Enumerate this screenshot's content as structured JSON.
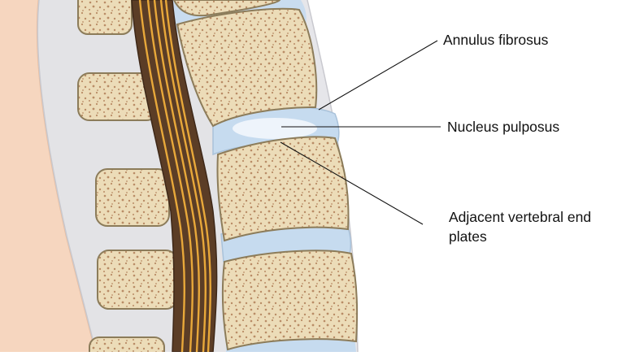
{
  "labels": {
    "annulus": "Annulus fibrosus",
    "nucleus": "Nucleus pulposus",
    "endplates_line1": "Adjacent vertebral end",
    "endplates_line2": "plates"
  },
  "colors": {
    "skin": "#f6d6bf",
    "ligament": "#e2e2e5",
    "bone": "#ecdcb8",
    "bone_speckle": "#b98c66",
    "bone_outline": "#8c7c5a",
    "disc": "#c9dcef",
    "disc_core": "#eaf2fb",
    "cord": "#5b3d26",
    "nerve": "#e8a83a"
  }
}
